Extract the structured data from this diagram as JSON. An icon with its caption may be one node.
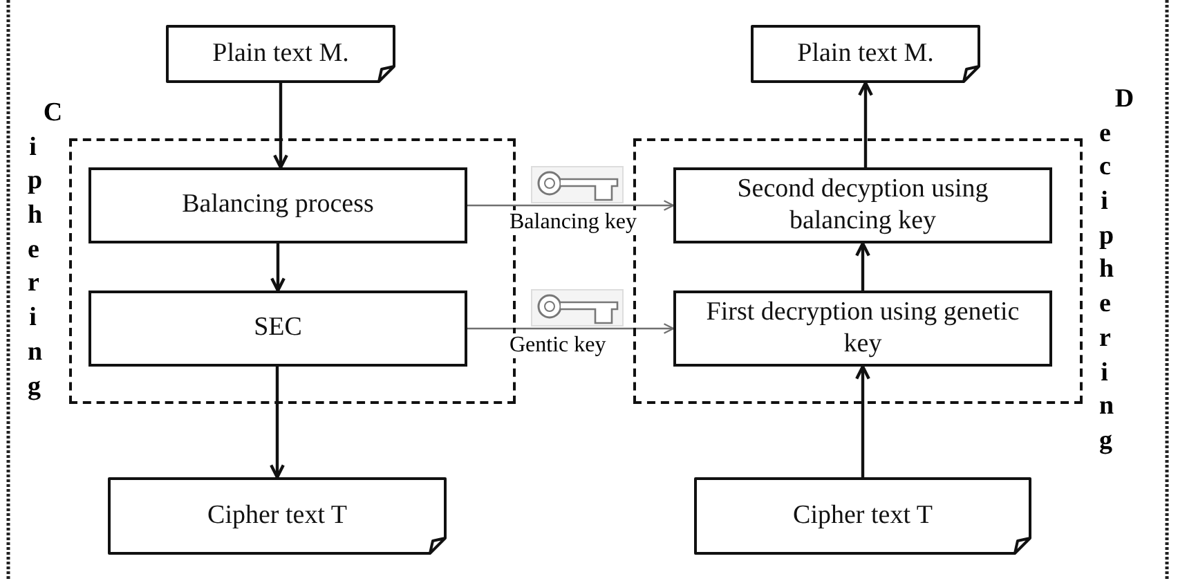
{
  "diagram": {
    "nodes": [
      {
        "text": [
          "Plain text M."
        ]
      },
      {
        "text": [
          "Plain text M."
        ]
      },
      {
        "text": [
          "Ciphering"
        ]
      },
      {
        "text": [
          "Balancing process"
        ],
        "in": 2
      },
      {
        "text": [
          "SEC"
        ],
        "in": 2
      },
      {
        "text": [
          "Deciphering"
        ]
      },
      {
        "text": [
          "Second decyption using balancing key"
        ],
        "in": 5
      },
      {
        "text": [
          "First decryption using genetic key"
        ],
        "in": 5
      },
      {
        "text": [
          "Cipher text T"
        ]
      },
      {
        "text": [
          "Cipher text T"
        ]
      }
    ],
    "edges": [
      {
        "from": 0,
        "to": 3,
        "arrow": "to"
      },
      {
        "from": 3,
        "to": 4,
        "arrow": "to"
      },
      {
        "from": 4,
        "to": 8,
        "arrow": "to"
      },
      {
        "from": 9,
        "to": 7,
        "arrow": "to"
      },
      {
        "from": 7,
        "to": 6,
        "arrow": "to"
      },
      {
        "from": 6,
        "to": 1,
        "arrow": "to"
      },
      {
        "from": 3,
        "to": 6,
        "arrow": "to",
        "label": "Balancing key",
        "color": "#707070"
      },
      {
        "from": 4,
        "to": 7,
        "arrow": "to",
        "label": "Gentic key",
        "color": "#707070"
      }
    ]
  }
}
